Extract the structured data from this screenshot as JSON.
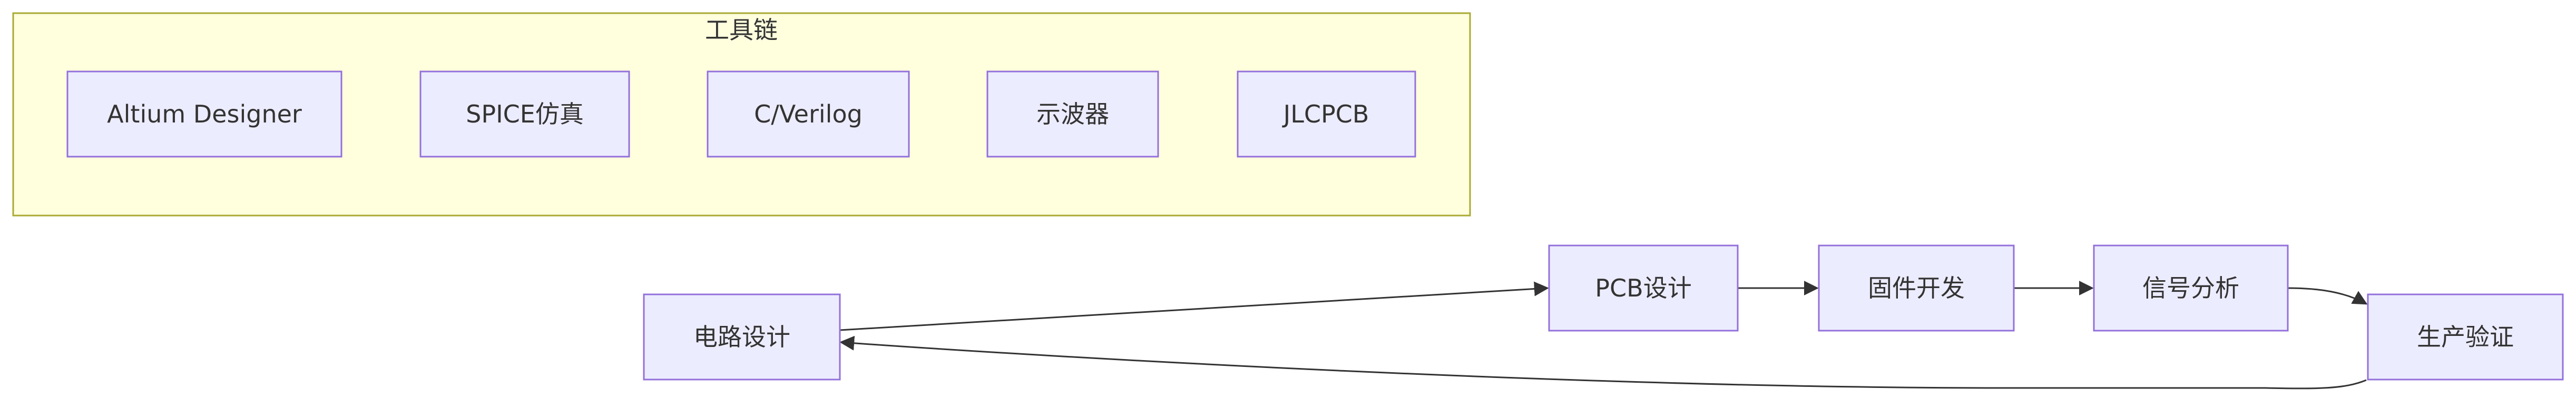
{
  "toolchain": {
    "title": "工具链",
    "tools": [
      "Altium Designer",
      "SPICE仿真",
      "C/Verilog",
      "示波器",
      "JLCPCB"
    ]
  },
  "flow": {
    "circuit_design": "电路设计",
    "pcb_design": "PCB设计",
    "firmware": "固件开发",
    "signal_analysis": "信号分析",
    "production_verify": "生产验证"
  },
  "colors": {
    "node_fill": "#ECECFF",
    "node_border": "#9370DB",
    "cluster_fill": "#FFFFDE",
    "cluster_border": "#AAAA33",
    "text": "#333333",
    "edge": "#333333"
  }
}
